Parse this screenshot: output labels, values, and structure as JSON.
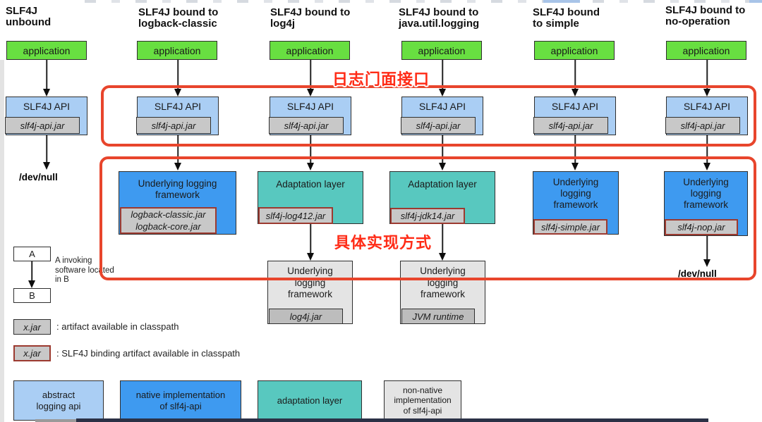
{
  "columns": [
    {
      "header": "SLF4J\nunbound",
      "application": "application",
      "api": {
        "label": "SLF4J API",
        "jar": "slf4j-api.jar"
      },
      "output": "/dev/null"
    },
    {
      "header": "SLF4J bound to\nlogback-classic",
      "application": "application",
      "api": {
        "label": "SLF4J API",
        "jar": "slf4j-api.jar"
      },
      "impl": {
        "label": "Underlying logging\nframework",
        "jar": "logback-classic.jar\nlogback-core.jar"
      }
    },
    {
      "header": "SLF4J bound to\nlog4j",
      "application": "application",
      "api": {
        "label": "SLF4J API",
        "jar": "slf4j-api.jar"
      },
      "impl": {
        "label": "Adaptation layer",
        "jar": "slf4j-log412.jar"
      },
      "underlying": {
        "label": "Underlying\nlogging\nframework",
        "jar": "log4j.jar"
      }
    },
    {
      "header": "SLF4J bound to\njava.util.logging",
      "application": "application",
      "api": {
        "label": "SLF4J API",
        "jar": "slf4j-api.jar"
      },
      "impl": {
        "label": "Adaptation layer",
        "jar": "slf4j-jdk14.jar"
      },
      "underlying": {
        "label": "Underlying\nlogging\nframework",
        "jar": "JVM runtime"
      }
    },
    {
      "header": "SLF4J bound\nto simple",
      "application": "application",
      "api": {
        "label": "SLF4J API",
        "jar": "slf4j-api.jar"
      },
      "impl": {
        "label": "Underlying\nlogging\nframework",
        "jar": "slf4j-simple.jar"
      }
    },
    {
      "header": "SLF4J bound to\nno-operation",
      "application": "application",
      "api": {
        "label": "SLF4J API",
        "jar": "slf4j-api.jar"
      },
      "impl": {
        "label": "Underlying\nlogging\nframework",
        "jar": "slf4j-nop.jar"
      },
      "output": "/dev/null"
    }
  ],
  "annotations": {
    "facade_label": "日志门面接口",
    "impl_label": "具体实现方式",
    "highlight_color": "#e8452c",
    "label_color": "#ff2b16"
  },
  "legend": {
    "invoke": {
      "a": "A",
      "b": "B",
      "caption": "A invoking\nsoftware located\nin B"
    },
    "jar_plain": {
      "box": "x.jar",
      "caption": ": artifact available in classpath"
    },
    "jar_binding": {
      "box": "x.jar",
      "caption": ": SLF4J binding artifact available in classpath"
    },
    "categories": [
      {
        "label": "abstract\nlogging api",
        "color": "#aacef4"
      },
      {
        "label": "native implementation\nof slf4j-api",
        "color": "#3e9af0"
      },
      {
        "label": "adaptation layer",
        "color": "#58c8bf"
      },
      {
        "label": "non-native\nimplementation\nof slf4j-api",
        "color": "#e4e4e4"
      }
    ]
  },
  "colors": {
    "application": "#68df41",
    "abstract_api": "#aacef4",
    "native_impl": "#3e9af0",
    "adaptation": "#58c8bf",
    "nonnative": "#e4e4e4",
    "jar_gray": "#c8c8c8",
    "jar_binding_border": "#9c3a30"
  }
}
